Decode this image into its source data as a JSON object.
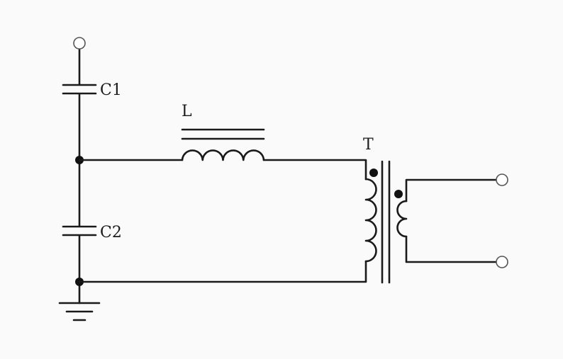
{
  "diagram": {
    "labels": {
      "c1": "C1",
      "c2": "C2",
      "inductor": "L",
      "transformer": "T"
    },
    "colors": {
      "background": "#fafafa",
      "wire": "#1a1a1a",
      "terminal_stroke": "#555555"
    }
  }
}
